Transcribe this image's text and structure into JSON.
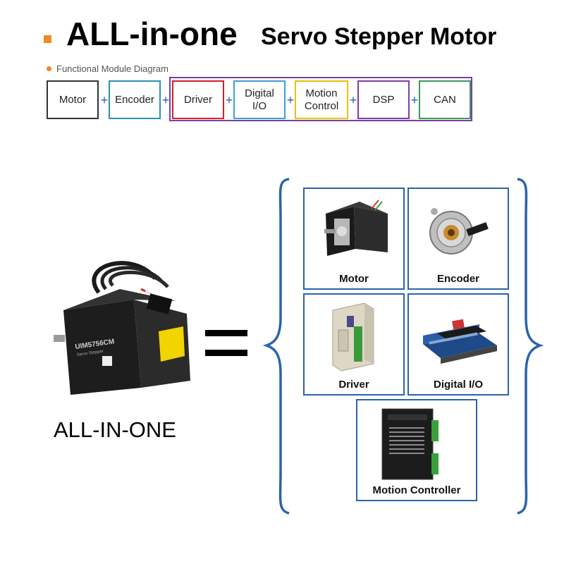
{
  "header": {
    "title_main": "ALL-in-one",
    "title_sub": "Servo Stepper Motor",
    "subtitle": "Functional Module Diagram"
  },
  "modules": [
    {
      "label": "Motor",
      "color": "#333333"
    },
    {
      "label": "Encoder",
      "color": "#2e8fb3"
    },
    {
      "label": "Driver",
      "color": "#d0202a"
    },
    {
      "label": "Digital\nI/O",
      "color": "#3aa0d8"
    },
    {
      "label": "Motion\nControl",
      "color": "#e8c200"
    },
    {
      "label": "DSP",
      "color": "#7a3fa3"
    },
    {
      "label": "CAN",
      "color": "#3a9a5a"
    }
  ],
  "product": {
    "label": "ALL-IN-ONE",
    "model_text": "UIM5756CM",
    "model_sub": "Servo Stepper"
  },
  "components": [
    {
      "label": "Motor"
    },
    {
      "label": "Encoder"
    },
    {
      "label": "Driver"
    },
    {
      "label": "Digital I/O"
    },
    {
      "label": "Motion Controller"
    }
  ],
  "colors": {
    "accent": "#f08a24",
    "brace": "#2a63ad",
    "plus": "#2f5db8",
    "group_border": "#7a3fa3"
  }
}
